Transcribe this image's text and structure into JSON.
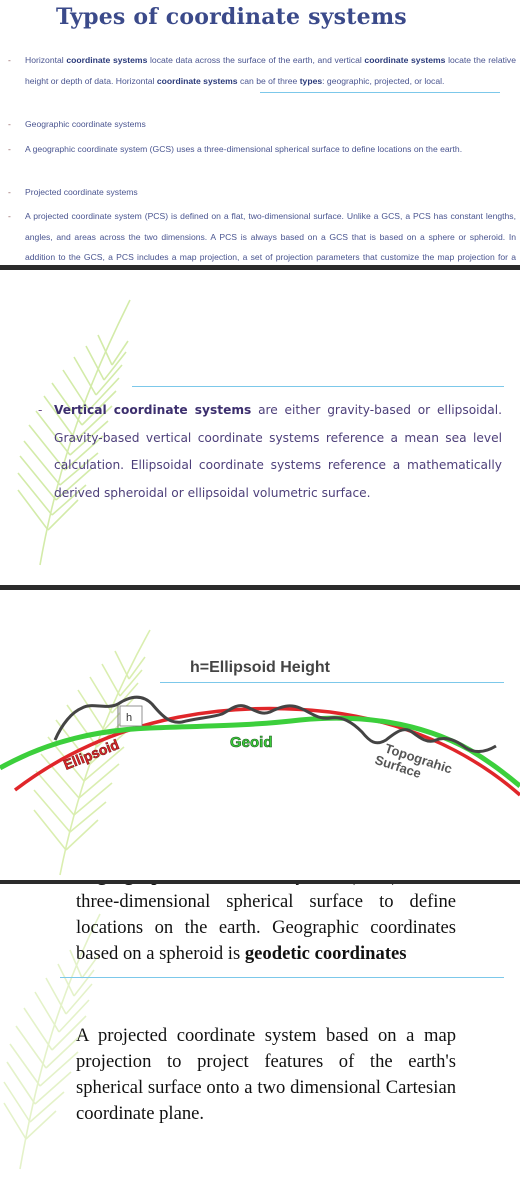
{
  "slide1": {
    "title": "Types of coordinate systems",
    "bullets": [
      {
        "html": "Horizontal <b>coordinate systems</b> locate data across the surface of the earth, and vertical <b>coordinate systems</b> locate the relative height or depth of data. Horizontal <b>coordinate systems</b> can be of three <b>types</b>: geographic, projected, or local."
      },
      {
        "html": "Geographic coordinate systems"
      },
      {
        "html": "A geographic coordinate system (GCS) uses a three-dimensional spherical surface to define locations on the earth."
      },
      {
        "html": "Projected coordinate systems"
      },
      {
        "html": "A projected coordinate system (PCS) is defined on a flat, two-dimensional surface. Unlike a GCS, a PCS has constant lengths, angles, and areas across the two dimensions. A PCS is always based on a GCS that is based on a sphere or spheroid. In addition to the GCS, a PCS includes a map projection, a set of projection parameters that customize the map projection for a particular location, and a linear unit of measure."
      }
    ]
  },
  "slide2": {
    "bullet_html": "<b>Vertical coordinate systems</b> are either gravity-based or ellipsoidal. Gravity-based vertical coordinate systems reference a mean sea level calculation. Ellipsoidal coordinate systems reference a mathematically derived spheroidal or ellipsoidal volumetric surface."
  },
  "slide3": {
    "diagram": {
      "title": "h=Ellipsoid Height",
      "h_label": "h",
      "ellipsoid_label": "Ellipsoid",
      "geoid_label": "Geoid",
      "topo_label_line1": "Topograhic",
      "topo_label_line2": "Surface",
      "colors": {
        "ellipsoid": "#e0262a",
        "geoid": "#3ccf3c",
        "topographic": "#444444"
      }
    }
  },
  "slide4": {
    "p1_html": "A <b>geographic coordinate</b> system (GCS) uses a three-dimensional spherical surface to define locations on the earth. Geographic coordinates based on a spheroid is <b>geodetic coordinates</b>",
    "p2": "A projected coordinate system based on a map projection to project features of the earth's spherical surface onto a two dimensional Cartesian coordinate plane."
  }
}
